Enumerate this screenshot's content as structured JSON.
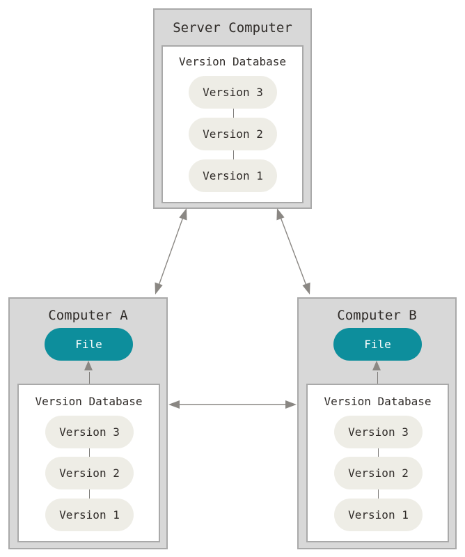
{
  "server": {
    "title": "Server Computer",
    "database": {
      "title": "Version Database",
      "versions": [
        "Version 3",
        "Version 2",
        "Version 1"
      ]
    }
  },
  "computer_a": {
    "title": "Computer A",
    "file": "File",
    "database": {
      "title": "Version Database",
      "versions": [
        "Version 3",
        "Version 2",
        "Version 1"
      ]
    }
  },
  "computer_b": {
    "title": "Computer B",
    "file": "File",
    "database": {
      "title": "Version Database",
      "versions": [
        "Version 3",
        "Version 2",
        "Version 1"
      ]
    }
  },
  "colors": {
    "machine_bg": "#d8d8d8",
    "border": "#a9a9a9",
    "version_pill": "#eeede6",
    "file_pill": "#0d8e9c",
    "arrow": "#8a8783"
  }
}
